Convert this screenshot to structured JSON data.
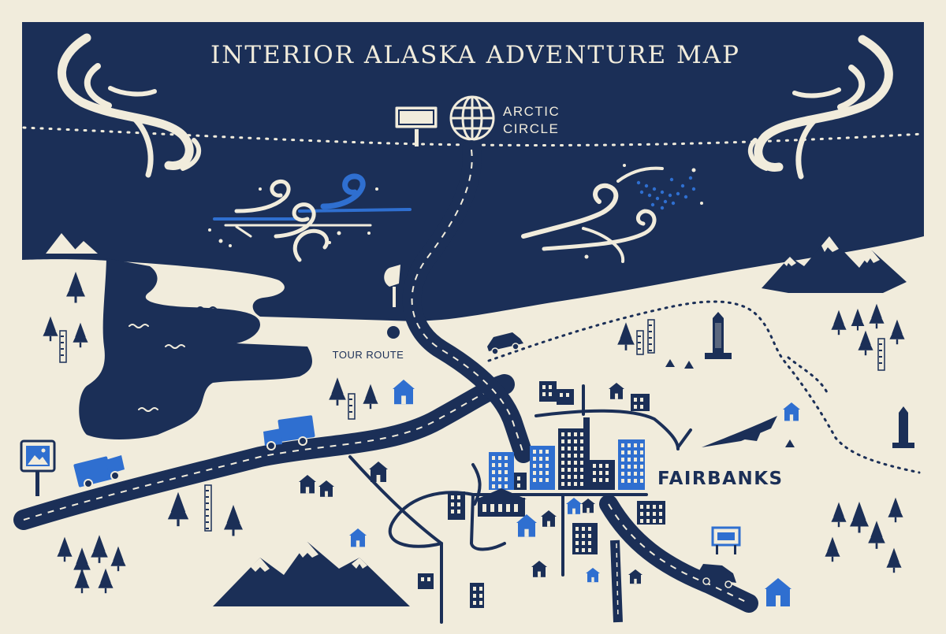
{
  "map": {
    "title": "INTERIOR ALASKA ADVENTURE MAP",
    "labels": {
      "arctic_circle_line1": "ARCTIC",
      "arctic_circle_line2": "CIRCLE",
      "city": "FAIRBANKS",
      "tour_route": "TOUR ROUTE"
    }
  },
  "colors": {
    "navy": "#1b2f57",
    "cream": "#f1ecdc",
    "accent_blue": "#2f6fd0"
  },
  "icons": [
    "aurora-swirl-icon",
    "arctic-circle-signpost-icon",
    "globe-icon",
    "wind-swirl-icon",
    "mountain-icon",
    "pine-tree-icon",
    "birch-tree-icon",
    "truck-icon",
    "car-icon",
    "monument-icon",
    "picture-sign-icon",
    "lake-wave-icon",
    "building-icon",
    "house-icon",
    "church-icon",
    "plane-icon",
    "waypoint-dot-icon"
  ]
}
